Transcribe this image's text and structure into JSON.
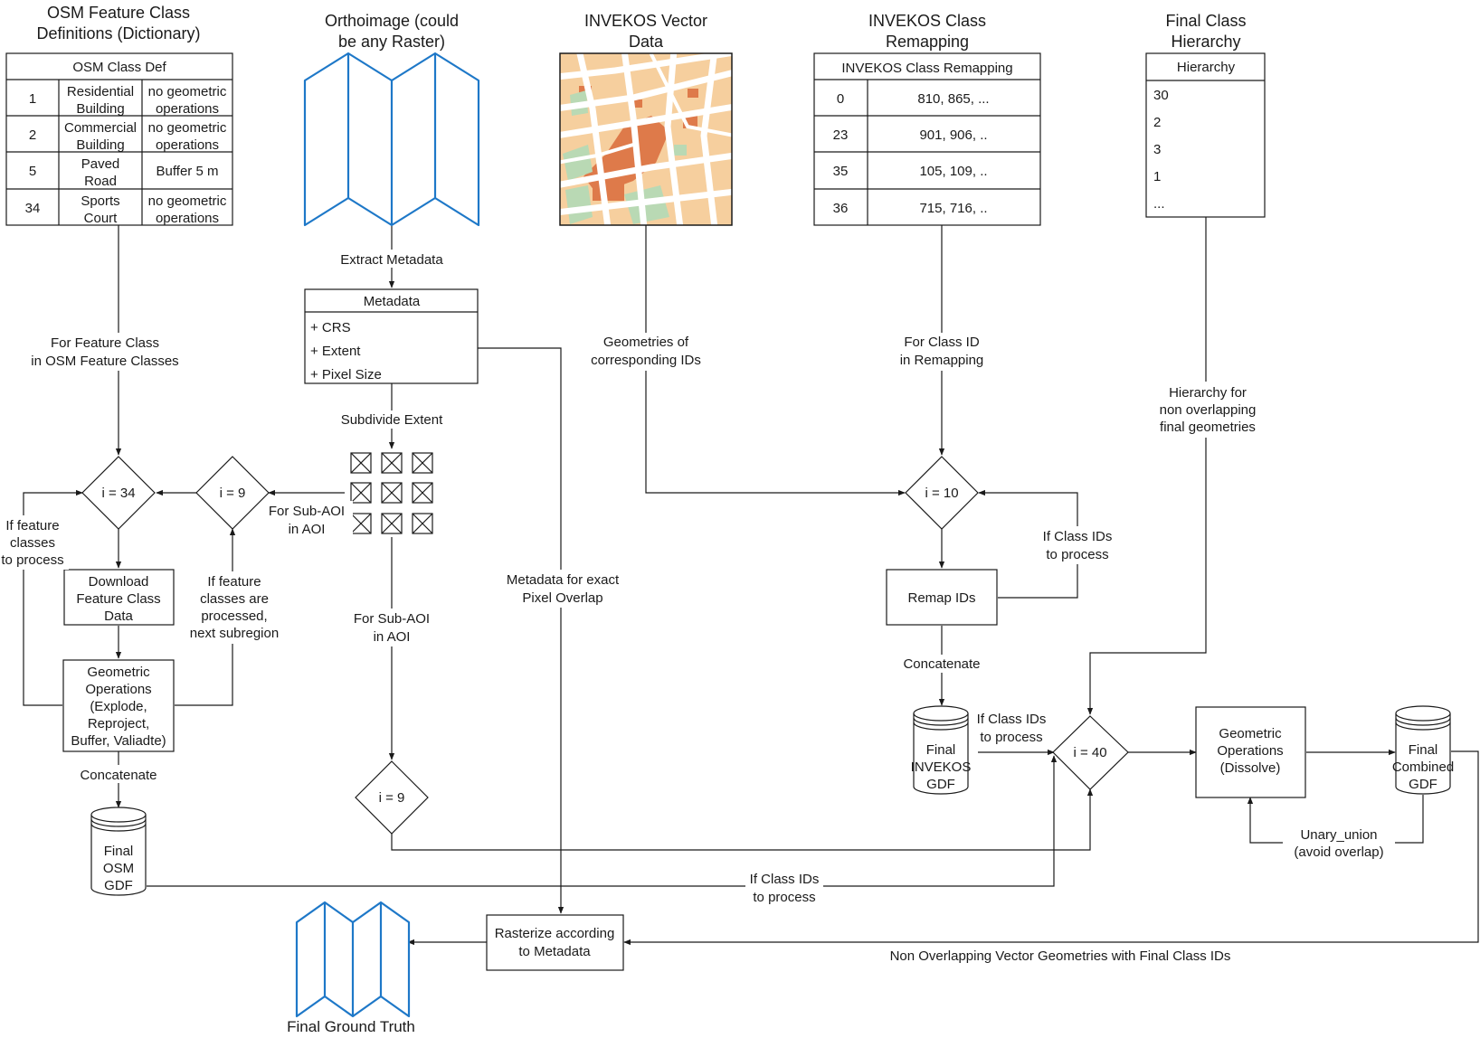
{
  "titles": {
    "osm_line1": "OSM Feature Class",
    "osm_line2": "Definitions (Dictionary)",
    "ortho_line1": "Orthoimage (could",
    "ortho_line2": "be any Raster)",
    "invekos_vector_line1": "INVEKOS Vector",
    "invekos_vector_line2": "Data",
    "remap_line1": "INVEKOS Class",
    "remap_line2": "Remapping",
    "hierarchy_line1": "Final Class",
    "hierarchy_line2": "Hierarchy"
  },
  "osm_table": {
    "header": "OSM Class Def",
    "rows": [
      {
        "id": "1",
        "name1": "Residential",
        "name2": "Building",
        "op1": "no geometric",
        "op2": "operations"
      },
      {
        "id": "2",
        "name1": "Commercial",
        "name2": "Building",
        "op1": "no geometric",
        "op2": "operations"
      },
      {
        "id": "5",
        "name1": "Paved",
        "name2": "Road",
        "op1": "Buffer 5 m",
        "op2": ""
      },
      {
        "id": "34",
        "name1": "Sports",
        "name2": "Court",
        "op1": "no geometric",
        "op2": "operations"
      }
    ]
  },
  "remap_table": {
    "header": "INVEKOS Class Remapping",
    "rows": [
      {
        "id": "0",
        "values": "810, 865, ..."
      },
      {
        "id": "23",
        "values": "901, 906, .."
      },
      {
        "id": "35",
        "values": "105, 109, .."
      },
      {
        "id": "36",
        "values": "715, 716, .."
      }
    ]
  },
  "hierarchy": {
    "header": "Hierarchy",
    "items": [
      "30",
      "2",
      "3",
      "1",
      "..."
    ]
  },
  "metadata": {
    "header": "Metadata",
    "fields": [
      "+ CRS",
      "+ Extent",
      "+ Pixel Size"
    ]
  },
  "labels": {
    "extract_metadata": "Extract Metadata",
    "subdivide_extent": "Subdivide Extent",
    "for_feature_class_1": "For Feature Class",
    "for_feature_class_2": "in OSM Feature Classes",
    "if_feature_1": "If feature",
    "if_feature_2": "classes",
    "if_feature_3": "to process",
    "for_subaoi_1": "For Sub-AOI",
    "for_subaoi_2": "in AOI",
    "processed_1": "If feature",
    "processed_2": "classes are",
    "processed_3": "processed,",
    "processed_4": "next subregion",
    "for_subaoi_b1": "For Sub-AOI",
    "for_subaoi_b2": "in AOI",
    "metadata_overlap_1": "Metadata for exact",
    "metadata_overlap_2": "Pixel Overlap",
    "geometries_ids_1": "Geometries of",
    "geometries_ids_2": "corresponding IDs",
    "for_class_id_1": "For Class ID",
    "for_class_id_2": "in Remapping",
    "hierarchy_note_1": "Hierarchy for",
    "hierarchy_note_2": "non overlapping",
    "hierarchy_note_3": "final geometries",
    "if_class_ids_a1": "If Class IDs",
    "if_class_ids_a2": "to process",
    "if_class_ids_b1": "If Class IDs",
    "if_class_ids_b2": "to process",
    "if_class_ids_c1": "If Class IDs",
    "if_class_ids_c2": "to process",
    "concatenate_left": "Concatenate",
    "concatenate_right": "Concatenate",
    "unary_1": "Unary_union",
    "unary_2": "(avoid overlap)",
    "non_overlapping": "Non Overlapping Vector Geometries with Final Class IDs",
    "final_ground_truth": "Final Ground Truth"
  },
  "decisions": {
    "osm_loop": "i = 34",
    "subaoi_loop": "i = 9",
    "subaoi_loop_b": "i = 9",
    "remap_loop": "i = 10",
    "merge_loop": "i = 40"
  },
  "process_boxes": {
    "download_1": "Download",
    "download_2": "Feature Class",
    "download_3": "Data",
    "geo_1": "Geometric",
    "geo_2": "Operations",
    "geo_3": "(Explode,",
    "geo_4": "Reproject,",
    "geo_5": "Buffer, Valiadte)",
    "remap_ids": "Remap IDs",
    "dissolve_1": "Geometric",
    "dissolve_2": "Operations",
    "dissolve_3": "(Dissolve)",
    "rasterize_1": "Rasterize according",
    "rasterize_2": "to Metadata"
  },
  "databases": {
    "osm_1": "Final",
    "osm_2": "OSM",
    "osm_3": "GDF",
    "invekos_1": "Final",
    "invekos_2": "INVEKOS",
    "invekos_3": "GDF",
    "combined_1": "Final",
    "combined_2": "Combined",
    "combined_3": "GDF"
  },
  "colors": {
    "raster_outline": "#1e78c8",
    "map_building": "#f6cf9e",
    "map_highlight": "#de7a4a",
    "map_green": "#b9d9b4",
    "map_street": "#ffffff"
  }
}
